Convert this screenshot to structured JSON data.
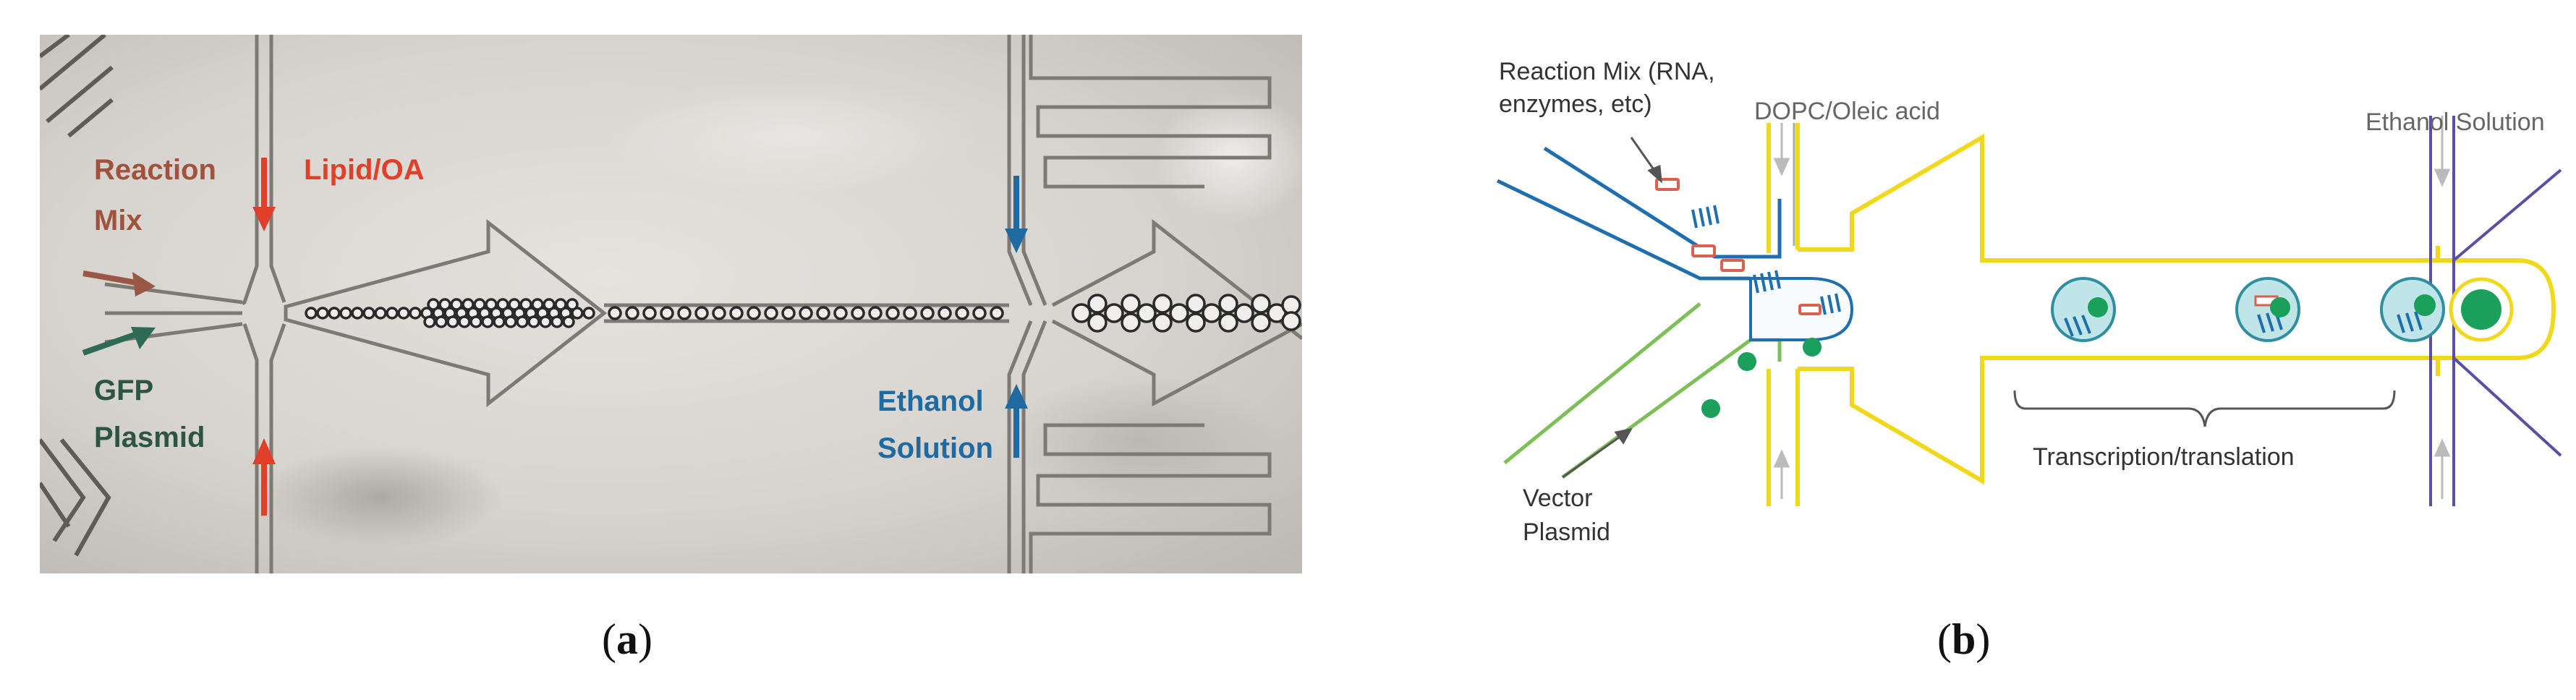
{
  "panel_a": {
    "caption_open": "(",
    "caption_letter": "a",
    "caption_close": ")",
    "labels": {
      "reaction_1": "Reaction",
      "reaction_2": "Mix",
      "lipid": "Lipid/OA",
      "gfp_1": "GFP",
      "gfp_2": "Plasmid",
      "ethanol_1": "Ethanol",
      "ethanol_2": "Solution"
    },
    "colors": {
      "background": "#d3d0cc",
      "red_arrow": "#e0402a",
      "blue_arrow": "#1f6aa0",
      "reaction_text": "#a0523c",
      "gfp_text": "#2c5546",
      "channel": "#7d7a76",
      "droplet": "#2a2a2a"
    }
  },
  "panel_b": {
    "caption_open": "(",
    "caption_letter": "b",
    "caption_close": ")",
    "labels": {
      "reaction_1": "Reaction Mix (RNA,",
      "reaction_2": "enzymes, etc)",
      "dopc": "DOPC/Oleic acid",
      "ethanol": "Ethanol Solution",
      "vector_1": "Vector",
      "vector_2": "Plasmid",
      "transcription": "Transcription/translation"
    },
    "colors": {
      "blue_channel": "#1f6fb0",
      "green_channel": "#7cc057",
      "yellow_channel": "#f2d81a",
      "purple_channel": "#5a4ea6",
      "green_dot": "#1aa05a",
      "red_rect": "#d9614e",
      "vesicle": "#3aa0a8",
      "text": "#333333",
      "light_text": "#666666"
    }
  }
}
